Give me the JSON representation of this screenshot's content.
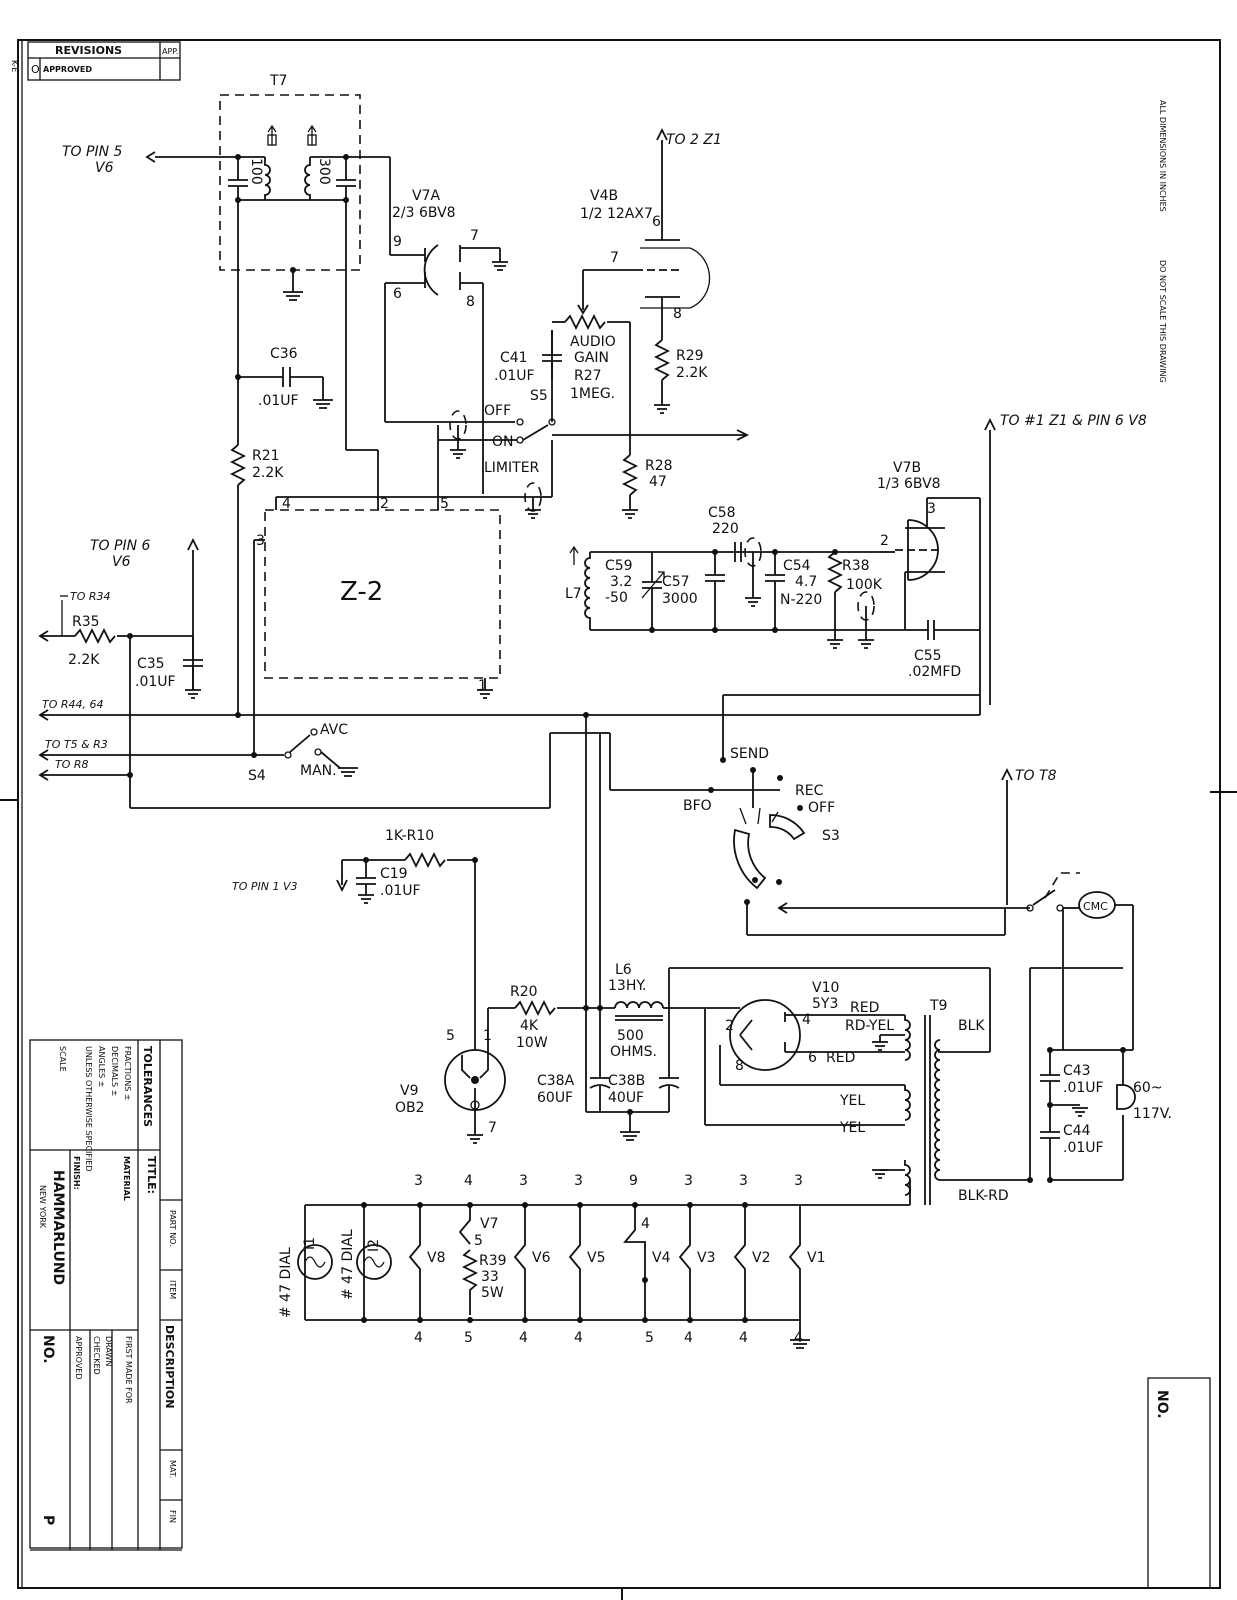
{
  "revisions": {
    "header": "REVISIONS",
    "app": "APP.",
    "rev": "O",
    "approved": "APPROVED",
    "side": "K-E"
  },
  "right_notes": {
    "dims": "ALL DIMENSIONS IN INCHES",
    "scale": "DO NOT SCALE THIS DRAWING",
    "no": "NO."
  },
  "title_block": {
    "tolerances": "TOLERANCES",
    "fractions": "FRACTIONS ±",
    "decimals": "DECIMALS ±",
    "angles": "ANGLES ±",
    "unless": "UNLESS OTHERWISE SPECIFIED",
    "scale": "SCALE",
    "title": "TITLE:",
    "material": "MATERIAL",
    "finish": "FINISH:",
    "company": "HAMMARLUND",
    "city": "NEW YORK",
    "no": "NO.",
    "p": "P",
    "part_no": "PART NO.",
    "item": "ITEM",
    "description": "DESCRIPTION",
    "mat": "MAT.",
    "fin": "FIN",
    "first_made_for": "FIRST MADE FOR",
    "drawn": "DRAWN",
    "checked": "CHECKED",
    "approved": "APPROVED"
  },
  "labels": {
    "T7": "T7",
    "t7_100": "100",
    "t7_300": "300",
    "to_pin5": "TO PIN 5",
    "v6a": "V6",
    "v7a": "V7A",
    "v7a_type": "2/3 6BV8",
    "p9": "9",
    "p6": "6",
    "p7": "7",
    "p8": "8",
    "v4b": "V4B",
    "v4b_type": "1/2 12AX7",
    "to2z1": "TO 2  Z1",
    "v4_p6": "6",
    "v4_p7": "7",
    "v4_p8": "8",
    "c36": "C36",
    "c36v": ".01UF",
    "c41": "C41",
    "c41v": ".01UF",
    "audio": "AUDIO",
    "gain": "GAIN",
    "r27": "R27",
    "r27v": "1MEG.",
    "r29": "R29",
    "r29v": "2.2K",
    "s5": "S5",
    "off": "OFF",
    "on": "ON",
    "limiter": "LIMITER",
    "r21": "R21",
    "r21v": "2.2K",
    "r28": "R28",
    "r28v": "47",
    "to_z1_v8": "TO #1 Z1 & PIN 6 V8",
    "v7b": "V7B",
    "v7b_type": "1/3 6BV8",
    "v7b_p3": "3",
    "v7b_p2": "2",
    "z2": "Z-2",
    "z_4": "4",
    "z_2": "2",
    "z_5": "5",
    "z_3": "3",
    "z_1": "1",
    "to_pin6": "TO PIN 6",
    "v6b": "V6",
    "c58": "C58",
    "c58v": "220",
    "c59": "C59",
    "c59v": "3.2",
    "c59v2": "-50",
    "c57": "C57",
    "c57v": "3000",
    "c54": "C54",
    "c54v": "4.7",
    "c54v2": "N-220",
    "r38": "R38",
    "r38v": "100K",
    "l7": "L7",
    "c55": "C55",
    "c55v": ".02MFD",
    "to_r34": "TO R34",
    "r35": "R35",
    "r35v": "2.2K",
    "c35": "C35",
    "c35v": ".01UF",
    "to_r44": "TO R44, 64",
    "to_t5": "TO T5 & R3",
    "to_r8": "TO R8",
    "avc": "AVC",
    "man": "MAN.",
    "s4": "S4",
    "send": "SEND",
    "bfo": "BFO",
    "rec": "REC",
    "off2": "OFF",
    "s3": "S3",
    "to_t8": "TO T8",
    "r10": "1K-R10",
    "to_pin1": "TO PIN 1 V3",
    "c19": "C19",
    "c19v": ".01UF",
    "cmc": "CMC",
    "r20": "R20",
    "r20v": "4K",
    "r20w": "10W",
    "l6": "L6",
    "l6v": "13HY.",
    "l6r": "500",
    "l6o": "OHMS.",
    "v10": "V10",
    "v10_type": "5Y3",
    "v10_p4": "4",
    "v10_p2": "2",
    "v10_p8": "8",
    "v10_p6": "6",
    "red": "RED",
    "rdyel": "RD-YEL",
    "red2": "RED",
    "yel": "YEL",
    "yel2": "YEL",
    "t9": "T9",
    "blk": "BLK",
    "blkrd": "BLK-RD",
    "v9": "V9",
    "v9_type": "OB2",
    "v9_p5": "5",
    "v9_p1": "1",
    "v9_p7": "7",
    "c38a": "C38A",
    "c38av": "60UF",
    "c38b": "C38B",
    "c38bv": "40UF",
    "c43": "C43",
    "c43v": ".01UF",
    "c44": "C44",
    "c44v": ".01UF",
    "ac": "60~",
    "ac_v": "117V.",
    "dial1": "# 47 DIAL",
    "i1": "I1",
    "dial2": "# 47 DIAL",
    "i2": "I2",
    "v8": "V8",
    "v7": "V7",
    "r39": "R39",
    "r39v": "33",
    "r39w": "5W",
    "v6": "V6",
    "v5": "V5",
    "v4": "V4",
    "v3": "V3",
    "v2": "V2",
    "v1": "V1"
  },
  "heater_pins": {
    "top": [
      "3",
      "4",
      "3",
      "3",
      "9",
      "3",
      "3",
      "3"
    ],
    "bottom": [
      "4",
      "5",
      "4",
      "4",
      "5",
      "4",
      "4",
      "4"
    ],
    "v7_mid": "5",
    "v4_mid": "4"
  }
}
